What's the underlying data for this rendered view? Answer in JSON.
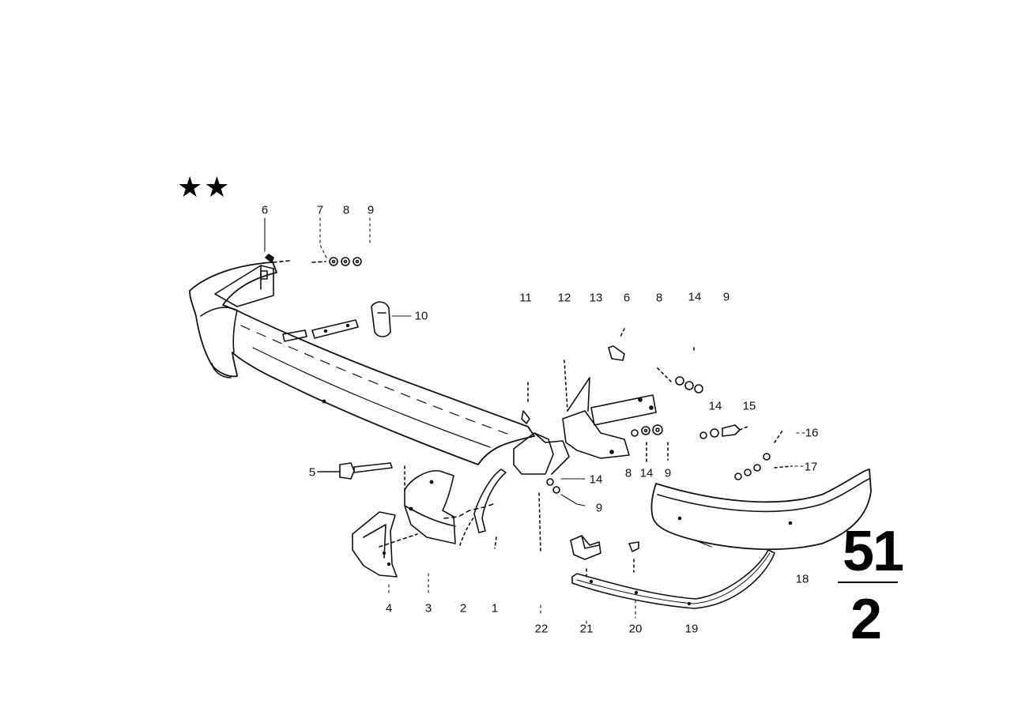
{
  "header": {
    "stars": "★★"
  },
  "group": {
    "main": "51",
    "sub": "2"
  },
  "callouts": [
    {
      "id": "6a",
      "text": "6"
    },
    {
      "id": "7",
      "text": "7"
    },
    {
      "id": "8a",
      "text": "8"
    },
    {
      "id": "9a",
      "text": "9"
    },
    {
      "id": "10",
      "text": "10"
    },
    {
      "id": "11",
      "text": "11"
    },
    {
      "id": "12",
      "text": "12"
    },
    {
      "id": "13",
      "text": "13"
    },
    {
      "id": "6b",
      "text": "6"
    },
    {
      "id": "8b",
      "text": "8"
    },
    {
      "id": "14a",
      "text": "14"
    },
    {
      "id": "9b",
      "text": "9"
    },
    {
      "id": "14b",
      "text": "14"
    },
    {
      "id": "15",
      "text": "15"
    },
    {
      "id": "16",
      "text": "16"
    },
    {
      "id": "17",
      "text": "17"
    },
    {
      "id": "5",
      "text": "5"
    },
    {
      "id": "14c",
      "text": "14"
    },
    {
      "id": "8c",
      "text": "8"
    },
    {
      "id": "14d",
      "text": "14"
    },
    {
      "id": "9c",
      "text": "9"
    },
    {
      "id": "9d",
      "text": "9"
    },
    {
      "id": "4",
      "text": "4"
    },
    {
      "id": "3",
      "text": "3"
    },
    {
      "id": "2",
      "text": "2"
    },
    {
      "id": "1",
      "text": "1"
    },
    {
      "id": "22",
      "text": "22"
    },
    {
      "id": "21",
      "text": "21"
    },
    {
      "id": "20",
      "text": "20"
    },
    {
      "id": "19",
      "text": "19"
    },
    {
      "id": "18",
      "text": "18"
    }
  ]
}
